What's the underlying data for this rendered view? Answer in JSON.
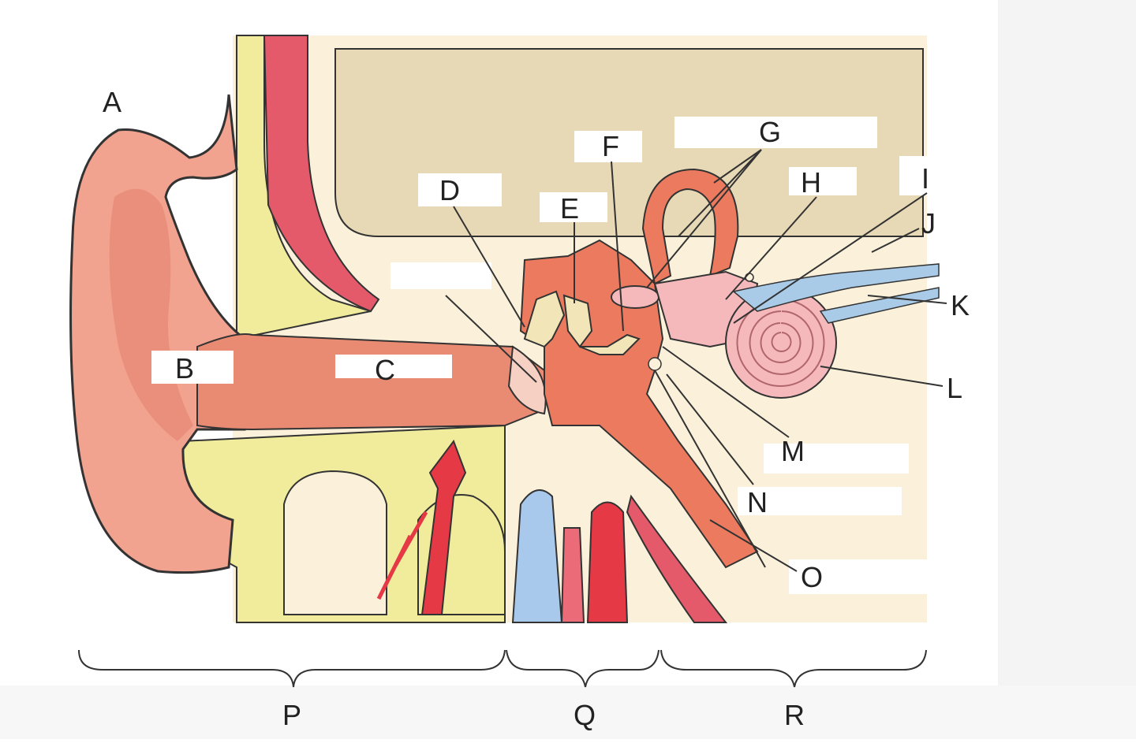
{
  "labels": {
    "A": "A",
    "B": "B",
    "C": "C",
    "D": "D",
    "E": "E",
    "F": "F",
    "G": "G",
    "H": "H",
    "I": "I",
    "J": "J",
    "K": "K",
    "L": "L",
    "M": "M",
    "N": "N",
    "O": "O",
    "P": "P",
    "Q": "Q",
    "R": "R"
  },
  "colors": {
    "bone": "#f2e6b8",
    "tissue": "#fbf1da",
    "skin": "#f2a390",
    "skin_dark": "#e98f7c",
    "canal": "#e98a72",
    "middle_ear": "#ec7a5e",
    "cochlea": "#f5b8bb",
    "nerve": "#a9cbe8",
    "artery": "#e63946",
    "vein": "#a8c8ec",
    "muscle": "#e45a6a",
    "cartilage": "#f0ec9c",
    "brain": "#e8d9b6"
  }
}
